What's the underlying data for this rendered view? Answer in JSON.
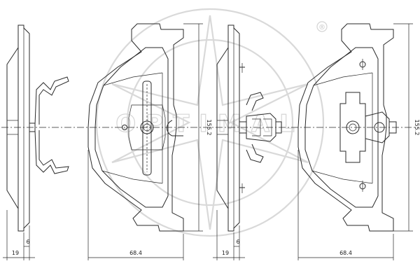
{
  "drawing": {
    "left": {
      "thickness_label": "19",
      "backplate_label": "6",
      "width_label": "68.4",
      "height_label": "155.2"
    },
    "right": {
      "thickness_label": "19",
      "backplate_label": "6",
      "width_label": "68.4",
      "height_label": "155.2"
    },
    "watermark": {
      "brand": "OPTIMAL",
      "registered_mark": "®"
    }
  }
}
